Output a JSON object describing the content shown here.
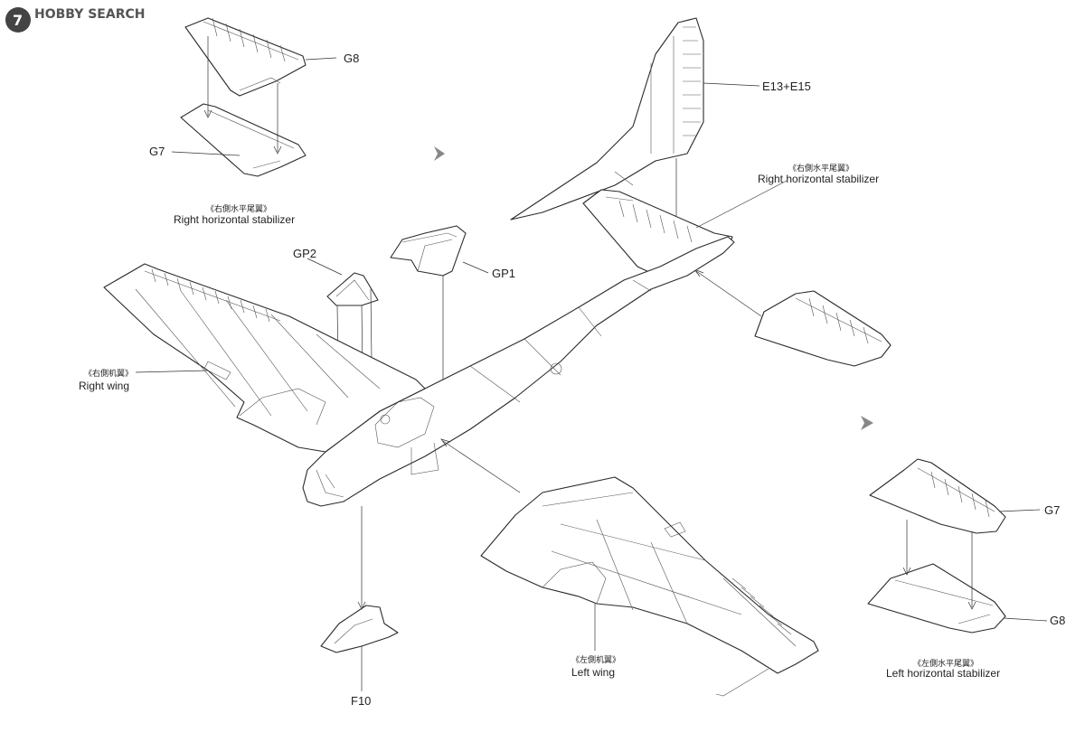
{
  "watermark": {
    "badge": "7",
    "text": "HOBBY SEARCH"
  },
  "colors": {
    "ink": "#222222",
    "background": "#ffffff",
    "watermark": "#555555"
  },
  "parts": {
    "g8_top": "G8",
    "g7_top": "G7",
    "e13_e15": "E13+E15",
    "gp1": "GP1",
    "gp2": "GP2",
    "g7_bottom": "G7",
    "g8_bottom": "G8",
    "f10": "F10"
  },
  "captions": {
    "stab_top_left": {
      "cn": "《右側水平尾翼》",
      "en": "Right horizontal stabilizer"
    },
    "stab_top_right": {
      "cn": "《右側水平尾翼》",
      "en": "Right horizontal stabilizer"
    },
    "right_wing": {
      "cn": "《右側机翼》",
      "en": "Right wing"
    },
    "left_wing": {
      "cn": "《左側机翼》",
      "en": "Left wing"
    },
    "stab_bottom_right": {
      "cn": "《左側水平尾翼》",
      "en": "Left horizontal stabilizer"
    }
  }
}
